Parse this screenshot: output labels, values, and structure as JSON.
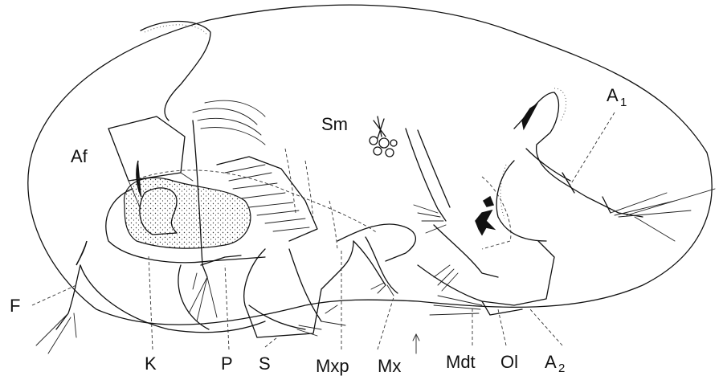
{
  "labels": {
    "af": "Af",
    "sm": "Sm",
    "a1_main": "A",
    "a1_sub": "1",
    "f": "F",
    "k": "K",
    "p": "P",
    "s": "S",
    "mxp": "Mxp",
    "mx": "Mx",
    "mdt": "Mdt",
    "ol": "Ol",
    "a2_main": "A",
    "a2_sub": "2"
  }
}
